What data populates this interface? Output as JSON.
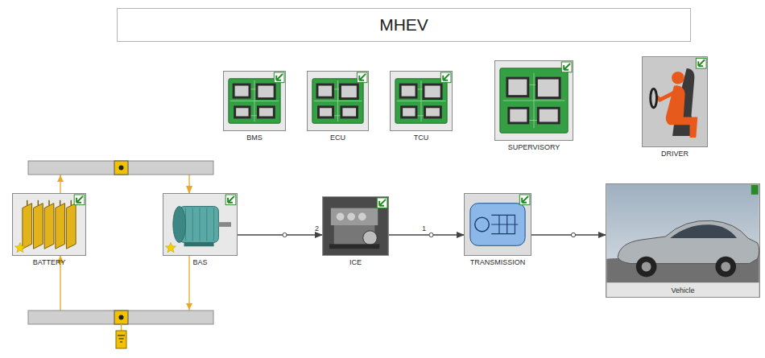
{
  "diagram": {
    "title": "MHEV",
    "nodes": [
      {
        "text": [
          "BMS"
        ]
      },
      {
        "text": [
          "ECU"
        ]
      },
      {
        "text": [
          "TCU"
        ]
      },
      {
        "text": [
          "SUPERVISORY"
        ]
      },
      {
        "text": [
          "DRIVER"
        ]
      },
      {
        "text": [
          "BATTERY"
        ]
      },
      {
        "text": [
          "BAS"
        ]
      },
      {
        "text": [
          "ICE"
        ]
      },
      {
        "text": [
          "TRANSMISSION"
        ]
      },
      {
        "text": [
          "Vehicle"
        ]
      }
    ],
    "edges": [
      {
        "from": 5,
        "to": 6,
        "arrow": "to"
      },
      {
        "from": 6,
        "to": 5,
        "arrow": "to"
      },
      {
        "from": 6,
        "to": 7,
        "arrow": "to"
      },
      {
        "from": 7,
        "to": 8,
        "arrow": "to"
      },
      {
        "from": 8,
        "to": 9,
        "arrow": "to"
      }
    ],
    "labels": [
      "2",
      "1"
    ]
  }
}
